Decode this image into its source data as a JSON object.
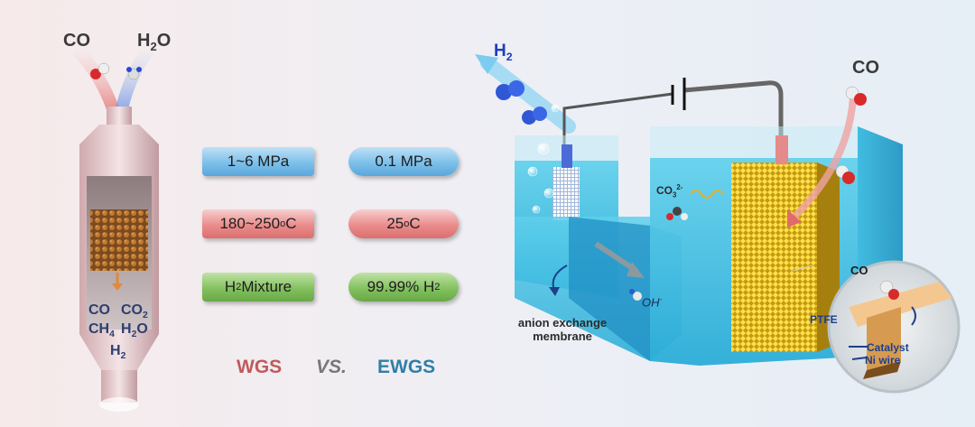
{
  "left": {
    "gas_in_1": "CO",
    "gas_in_2_main": "H",
    "gas_in_2_sub": "2",
    "gas_in_2_tail": "O",
    "products": {
      "co": "CO",
      "co2_main": "CO",
      "co2_sub": "2",
      "ch4_main": "CH",
      "ch4_sub": "4",
      "h2o_main": "H",
      "h2o_sub": "2",
      "h2o_tail": "O",
      "h2_main": "H",
      "h2_sub": "2"
    }
  },
  "comparison": {
    "wgs_pressure": "1~6 MPa",
    "wgs_temp_main": "180~250 ",
    "wgs_temp_sup": "o",
    "wgs_temp_unit": "C",
    "wgs_product_main": "H",
    "wgs_product_sub": "2",
    "wgs_product_tail": " Mixture",
    "ewgs_pressure": "0.1 MPa",
    "ewgs_temp_main": "25 ",
    "ewgs_temp_sup": "o",
    "ewgs_temp_unit": "C",
    "ewgs_product_main": "99.99% H",
    "ewgs_product_sub": "2"
  },
  "footer": {
    "wgs": "WGS",
    "vs": "VS.",
    "ewgs": "EWGS"
  },
  "right": {
    "h2_main": "H",
    "h2_sub": "2",
    "co": "CO",
    "carbonate_main": "CO",
    "carbonate_sub": "3",
    "carbonate_sup": "2-",
    "hydroxide": "OH",
    "hydroxide_sup": "-",
    "membrane_line1": "anion exchange",
    "membrane_line2": "membrane",
    "inset_co": "CO",
    "inset_ptfe": "PTFE",
    "inset_catalyst": "Catalyst",
    "inset_ni": "Ni wire"
  },
  "colors": {
    "wgs": "#c05a5a",
    "vs": "#777777",
    "ewgs": "#2f7fa6",
    "water": "#3fbde0",
    "electrolyzer_red": "#d84a4a",
    "electrolyzer_blue": "#3f5fcf"
  }
}
